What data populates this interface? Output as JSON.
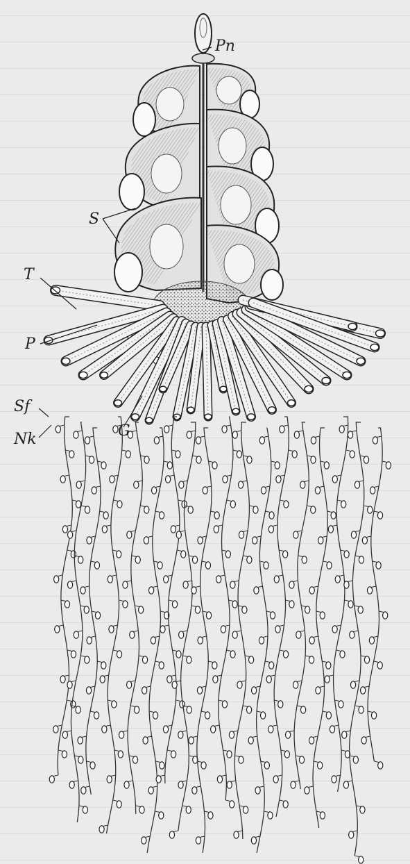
{
  "figure": {
    "labels": {
      "pn": "Pn",
      "s": "S",
      "t": "T",
      "p": "P",
      "sf": "Sf",
      "nk": "Nk",
      "g": "G"
    }
  }
}
